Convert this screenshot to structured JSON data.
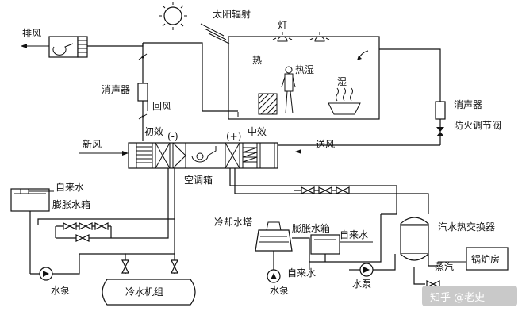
{
  "labels": {
    "exhaust": "排风",
    "solar": "太阳辐射",
    "lamp": "灯",
    "heat": "热",
    "heat_humid": "热湿",
    "humid": "湿",
    "silencer_left": "消声器",
    "return_air": "回风",
    "silencer_right": "消声器",
    "fire_damper": "防火调节阀",
    "primary_filter": "初效",
    "minus": "(-)",
    "plus": "(+)",
    "medium_filter": "中效",
    "fresh_air": "新风",
    "supply_air": "送风",
    "ahu": "空调箱",
    "tap_water_left": "自来水",
    "expansion_tank_left": "膨胀水箱",
    "cooling_tower": "冷却水塔",
    "expansion_tank_mid": "膨胀水箱",
    "tap_water_mid": "自来水",
    "hx": "汽水热交换器",
    "boiler": "锅炉房",
    "steam": "蒸汽",
    "tap_water_bottom": "自来水",
    "pump_left": "水泵",
    "pump_mid": "水泵",
    "pump_right": "水泵",
    "chiller": "冷水机组"
  },
  "watermark": "知乎 @老史"
}
